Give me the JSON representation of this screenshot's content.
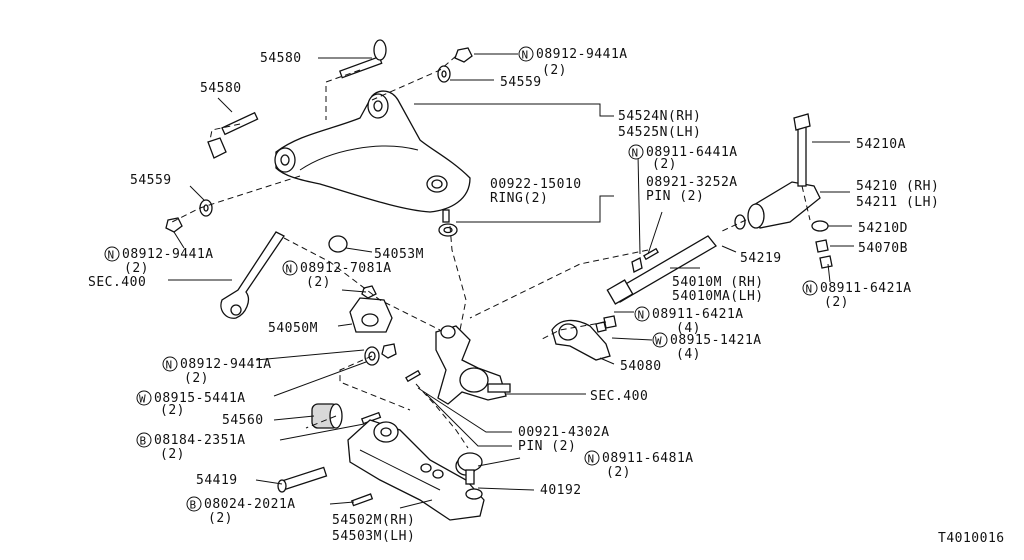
{
  "figure_id": "T4010016",
  "labels": [
    {
      "id": "l1",
      "text": "54580"
    },
    {
      "id": "l2",
      "text": "08912-9441A",
      "badge": "N"
    },
    {
      "id": "l3",
      "text": "(2)"
    },
    {
      "id": "l4",
      "text": "54559"
    },
    {
      "id": "l5",
      "text": "54580"
    },
    {
      "id": "l6",
      "text": "54524N(RH)"
    },
    {
      "id": "l7",
      "text": "54525N(LH)"
    },
    {
      "id": "l8",
      "text": "08911-6441A",
      "badge": "N"
    },
    {
      "id": "l9",
      "text": "(2)"
    },
    {
      "id": "l10",
      "text": "54210A"
    },
    {
      "id": "l11",
      "text": "54559"
    },
    {
      "id": "l12",
      "text": "00922-15010"
    },
    {
      "id": "l13",
      "text": "RING(2)"
    },
    {
      "id": "l14",
      "text": "08921-3252A"
    },
    {
      "id": "l15",
      "text": "PIN (2)"
    },
    {
      "id": "l16",
      "text": "54210 (RH)"
    },
    {
      "id": "l17",
      "text": "54211 (LH)"
    },
    {
      "id": "l18",
      "text": "54210D"
    },
    {
      "id": "l19",
      "text": "54070B"
    },
    {
      "id": "l20",
      "text": "08912-9441A",
      "badge": "N"
    },
    {
      "id": "l21",
      "text": "(2)"
    },
    {
      "id": "l22",
      "text": "54053M"
    },
    {
      "id": "l23",
      "text": "54219"
    },
    {
      "id": "l24",
      "text": "08912-7081A",
      "badge": "N"
    },
    {
      "id": "l25",
      "text": "(2)"
    },
    {
      "id": "l26",
      "text": "SEC.400"
    },
    {
      "id": "l27",
      "text": "54010M (RH)"
    },
    {
      "id": "l28",
      "text": "54010MA(LH)"
    },
    {
      "id": "l29",
      "text": "08911-6421A",
      "badge": "N"
    },
    {
      "id": "l30",
      "text": "(2)"
    },
    {
      "id": "l31",
      "text": "08911-6421A",
      "badge": "N"
    },
    {
      "id": "l32",
      "text": "(4)"
    },
    {
      "id": "l33",
      "text": "54050M"
    },
    {
      "id": "l34",
      "text": "08915-1421A",
      "badge": "W"
    },
    {
      "id": "l35",
      "text": "(4)"
    },
    {
      "id": "l36",
      "text": "08912-9441A",
      "badge": "N"
    },
    {
      "id": "l37",
      "text": "(2)"
    },
    {
      "id": "l38",
      "text": "54080"
    },
    {
      "id": "l39",
      "text": "08915-5441A",
      "badge": "W"
    },
    {
      "id": "l40",
      "text": "(2)"
    },
    {
      "id": "l41",
      "text": "SEC.400"
    },
    {
      "id": "l42",
      "text": "54560"
    },
    {
      "id": "l43",
      "text": "00921-4302A"
    },
    {
      "id": "l44",
      "text": "08184-2351A",
      "badge": "B"
    },
    {
      "id": "l45",
      "text": "(2)"
    },
    {
      "id": "l46",
      "text": "PIN (2)"
    },
    {
      "id": "l47",
      "text": "08911-6481A",
      "badge": "N"
    },
    {
      "id": "l48",
      "text": "(2)"
    },
    {
      "id": "l49",
      "text": "54419"
    },
    {
      "id": "l50",
      "text": "40192"
    },
    {
      "id": "l51",
      "text": "08024-2021A",
      "badge": "B"
    },
    {
      "id": "l52",
      "text": "(2)"
    },
    {
      "id": "l53",
      "text": "54502M(RH)"
    },
    {
      "id": "l54",
      "text": "54503M(LH)"
    }
  ]
}
